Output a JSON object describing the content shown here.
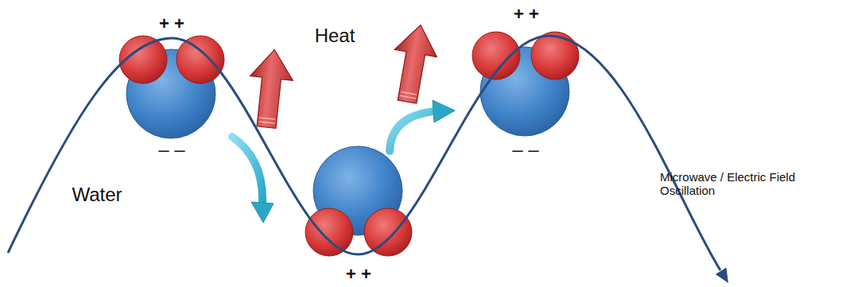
{
  "diagram": {
    "labels": [
      "+ +",
      "+ +",
      "Heat",
      "– –",
      "– –",
      "Water",
      "Microwave / Electric Field Oscillation",
      "+ +"
    ]
  }
}
